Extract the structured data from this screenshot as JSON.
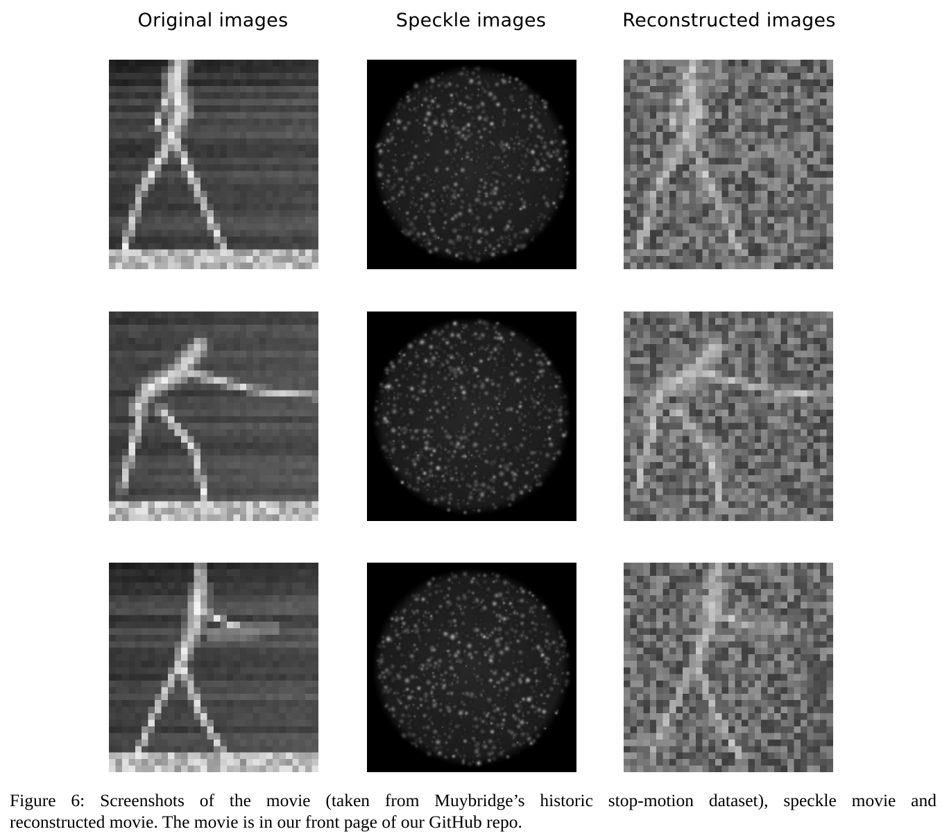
{
  "figure": {
    "columns": [
      {
        "title": "Original images"
      },
      {
        "title": "Speckle images"
      },
      {
        "title": "Reconstructed images"
      }
    ],
    "rows": [
      {
        "pose": "standing"
      },
      {
        "pose": "lunge"
      },
      {
        "pose": "throw"
      }
    ],
    "caption_line1": "Figure 6:  Screenshots of the movie (taken from Muybridge’s historic stop-motion dataset), speckle movie and",
    "caption_line2": "reconstructed movie. The movie is in our front page of our GitHub repo."
  }
}
